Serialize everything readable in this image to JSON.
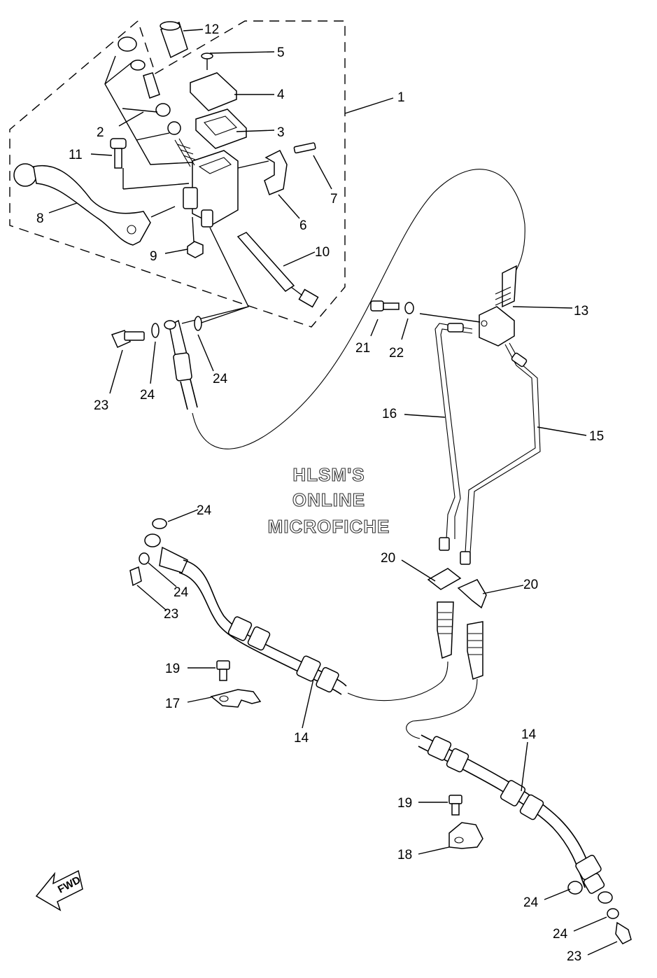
{
  "watermark": {
    "line1": "HLSM'S",
    "line2": "ONLINE",
    "line3": "MICROFICHE"
  },
  "fwd_label": "FWD",
  "callouts": {
    "c1": "1",
    "c2": "2",
    "c3": "3",
    "c4": "4",
    "c5": "5",
    "c6": "6",
    "c7": "7",
    "c8": "8",
    "c9": "9",
    "c10": "10",
    "c11": "11",
    "c12": "12",
    "c13": "13",
    "c14a": "14",
    "c14b": "14",
    "c15": "15",
    "c16": "16",
    "c17": "17",
    "c18": "18",
    "c19a": "19",
    "c19b": "19",
    "c20a": "20",
    "c20b": "20",
    "c21": "21",
    "c22": "22",
    "c23a": "23",
    "c23b": "23",
    "c23c": "23",
    "c24a": "24",
    "c24b": "24",
    "c24c": "24",
    "c24d": "24",
    "c24e": "24",
    "c24f": "24"
  }
}
